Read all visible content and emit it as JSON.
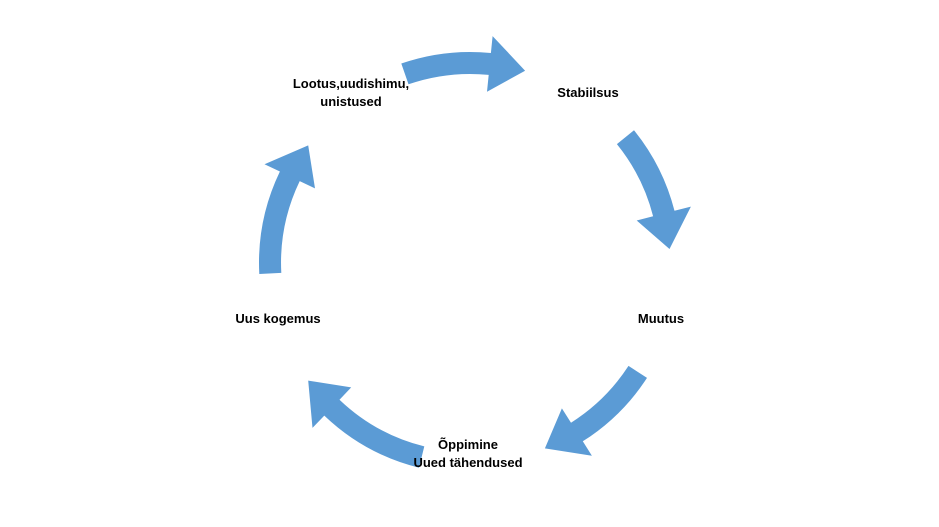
{
  "diagram": {
    "type": "cycle",
    "arrow_color": "#5B9BD5",
    "text_color": "#000000",
    "nodes": [
      {
        "id": "stabiilsus",
        "lines": [
          "Stabiilsus"
        ]
      },
      {
        "id": "muutus",
        "lines": [
          "Muutus"
        ]
      },
      {
        "id": "oppimine",
        "lines": [
          "Õppimine",
          "Uued tähendused"
        ]
      },
      {
        "id": "uus-kogemus",
        "lines": [
          "Uus kogemus"
        ]
      },
      {
        "id": "lootus",
        "lines": [
          "Lootus,uudishimu,",
          "unistused"
        ]
      }
    ]
  }
}
